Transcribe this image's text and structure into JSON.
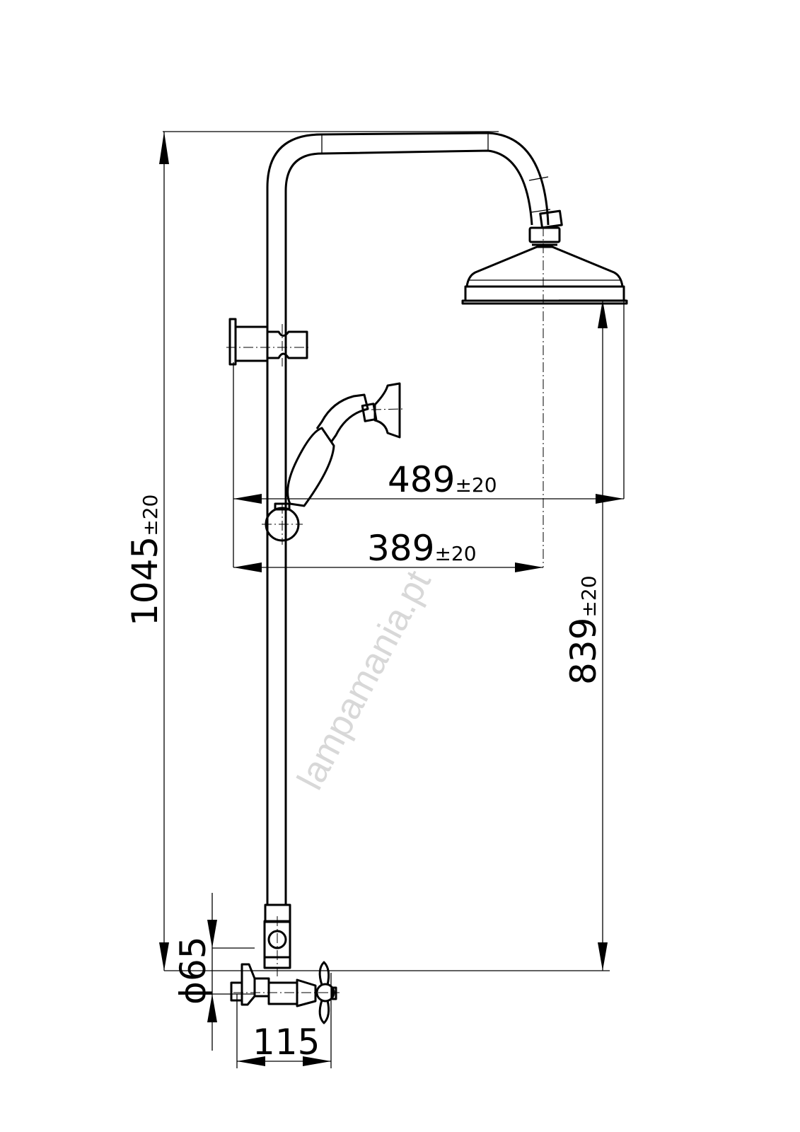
{
  "drawing": {
    "title": "Shower column technical drawing",
    "dimensions": {
      "total_height": {
        "value": "1045",
        "tolerance": "±20"
      },
      "head_height": {
        "value": "839",
        "tolerance": "±20"
      },
      "head_outer_reach": {
        "value": "489",
        "tolerance": "±20"
      },
      "head_center_reach": {
        "value": "389",
        "tolerance": "±20"
      },
      "flange_diameter": {
        "value": "ϕ65"
      },
      "valve_depth": {
        "value": "115"
      }
    },
    "watermark": "lampamania.pt",
    "line_color": "#000000",
    "watermark_color": "#d8d8d8"
  }
}
